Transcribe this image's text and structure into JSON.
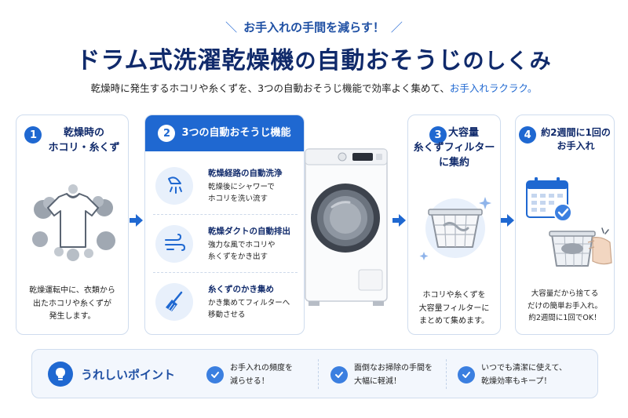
{
  "header": {
    "eyebrow": "お手入れの手間を減らす！",
    "title_main": "ドラム式洗濯乾燥機",
    "title_no1": "の",
    "title_mid": "自動おそうじ",
    "title_no2": "のしくみ",
    "subtitle_main": "乾燥時に発生するホコリや糸くずを、3つの自動おそうじ機能で効率よく集めて、",
    "subtitle_accent": "お手入れラクラク。"
  },
  "colors": {
    "primary": "#1f68d1",
    "navy": "#102a6b",
    "border": "#cfdcee",
    "light": "#e8f0fb"
  },
  "steps": [
    {
      "num": "1",
      "title_l1": "乾燥時の",
      "title_l2": "ホコリ・糸くず",
      "icon": "dusty-tshirt-icon",
      "desc_l1": "乾燥運転中に、衣類から",
      "desc_l2": "出たホコリや糸くずが",
      "desc_l3": "発生します。"
    },
    {
      "num": "2",
      "title": "3つの自動おそうじ機能",
      "features": [
        {
          "icon": "shower-icon",
          "title": "乾燥経路の自動洗浄",
          "desc_l1": "乾燥後にシャワーで",
          "desc_l2": "ホコリを洗い流す"
        },
        {
          "icon": "wind-icon",
          "title": "乾燥ダクトの自動排出",
          "desc_l1": "強力な風でホコリや",
          "desc_l2": "糸くずをかき出す"
        },
        {
          "icon": "broom-icon",
          "title": "糸くずのかき集め",
          "desc_l1": "かき集めてフィルターへ",
          "desc_l2": "移動させる"
        }
      ]
    },
    {
      "num": "3",
      "title_l1": "大容量",
      "title_l2": "糸くずフィルター",
      "title_l3": "に集約",
      "icon": "lint-basket-icon",
      "desc_l1": "ホコリや糸くずを",
      "desc_l2": "大容量フィルターに",
      "desc_l3": "まとめて集めます。"
    },
    {
      "num": "4",
      "title_l1": "約2週間に1回の",
      "title_l2": "お手入れ",
      "icon": "calendar-check-icon",
      "desc_l1": "大容量だから捨てる",
      "desc_l2": "だけの簡単お手入れ。",
      "desc_l3": "約2週間に1回でOK！"
    }
  ],
  "machine": {
    "icon": "drum-washer-dryer-icon"
  },
  "benefits": {
    "label": "うれしいポイント",
    "items": [
      {
        "l1": "お手入れの頻度を",
        "l2": "減らせる！"
      },
      {
        "l1": "面倒なお掃除の手間を",
        "l2": "大幅に軽減！"
      },
      {
        "l1": "いつでも清潔に使えて、",
        "l2": "乾燥効率もキープ！"
      }
    ]
  }
}
